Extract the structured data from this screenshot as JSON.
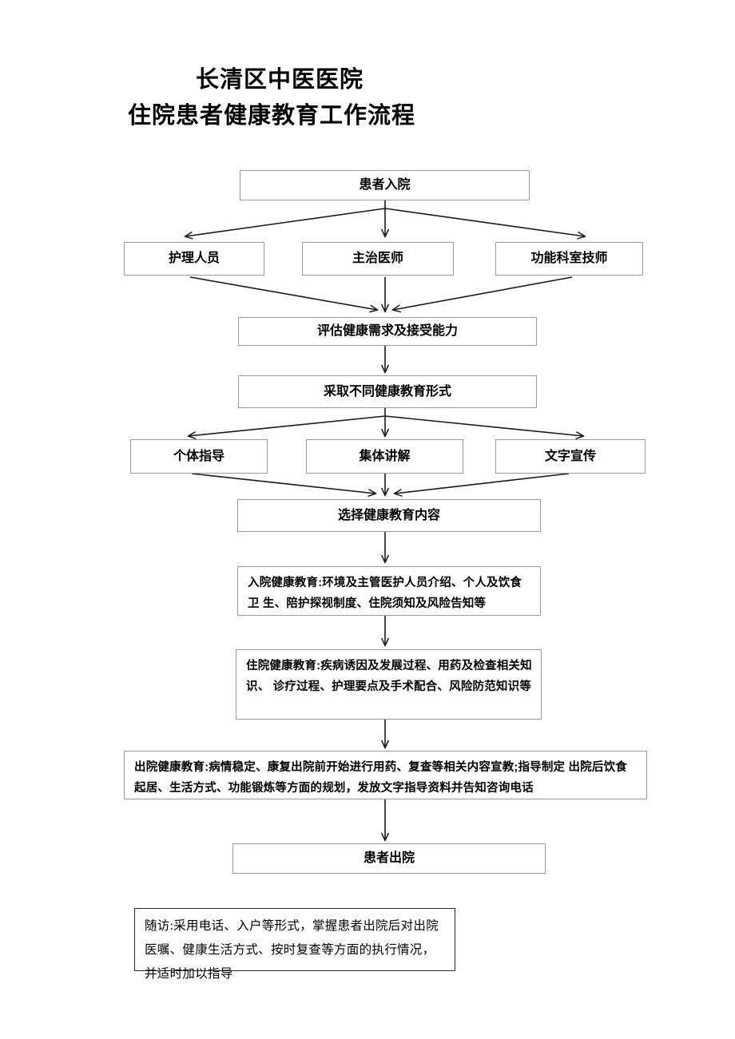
{
  "title": {
    "line1": "长清区中医医院",
    "line2": "住院患者健康教育工作流程"
  },
  "flow": {
    "admission": "患者入院",
    "roles": {
      "nursing": "护理人员",
      "attending": "主治医师",
      "technician": "功能科室技师"
    },
    "assess": "评估健康需求及接受能力",
    "forms": "采取不同健康教育形式",
    "methods": {
      "individual": "个体指导",
      "group": "集体讲解",
      "written": "文字宣传"
    },
    "select_content": "选择健康教育内容",
    "admission_edu": "入院健康教育:环境及主管医护人员介绍、个人及饮食卫 生、陪护探视制度、住院须知及风险告知等",
    "inpatient_edu": "住院健康教育:疾病诱因及发展过程、用药及检查相关知识、 诊疗过程、护理要点及手术配合、风险防范知识等",
    "discharge_edu": "出院健康教育:病情稳定、康复出院前开始进行用药、复查等相关内容宣教;指导制定 出院后饮食起居、生活方式、功能锻炼等方面的规划，发放文字指导资料并告知咨询电话",
    "discharge": "患者出院",
    "followup": "随访:采用电话、入户等形式，掌握患者出院后对出院医嘱、健康生活方式、按时复查等方面的执行情况，并适时加以指导"
  },
  "colors": {
    "box_border": "#9a9a9a",
    "box_border_dark": "#555555",
    "edge": "#1a1a1a",
    "text": "#000000",
    "background": "#ffffff"
  }
}
